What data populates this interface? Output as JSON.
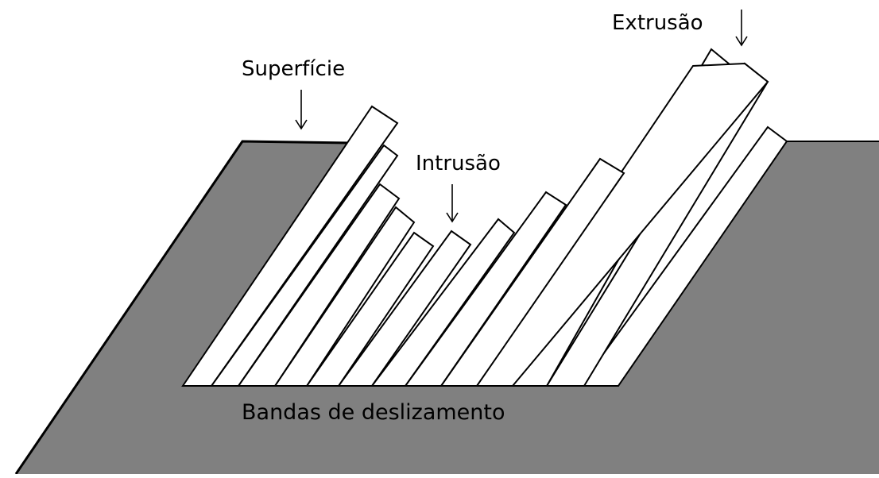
{
  "labels": {
    "surface": "Superfície",
    "intrusion": "Intrusão",
    "extrusion": "Extrusão",
    "slip_bands": "Bandas de deslizamento"
  },
  "colors": {
    "material": "#808080",
    "band_fill": "#ffffff",
    "stroke": "#000000"
  },
  "icons": {
    "pointer": "down-arrow-icon"
  }
}
